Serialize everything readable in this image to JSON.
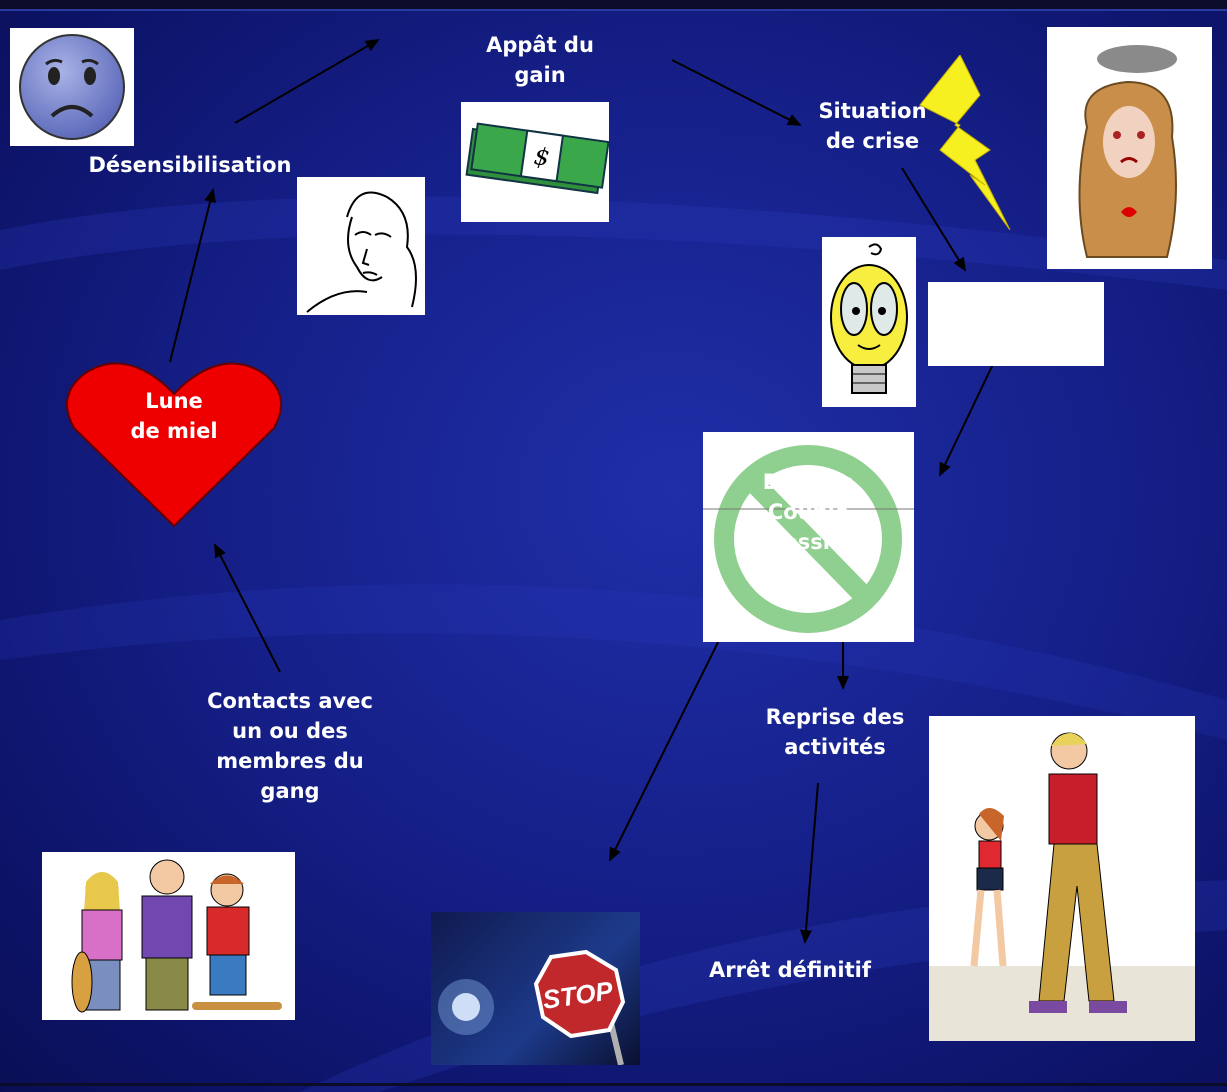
{
  "nodes": {
    "appat": "Appât du\ngain",
    "situation": "Situation\nde crise",
    "desensibilisation": "Désensibilisation",
    "lune": "Lune\nde miel",
    "dispute": "Dispute\nCouple\nAgressivité",
    "reprise": "Reprise des\nactivités",
    "arret": "Arrêt définitif",
    "contacts": "Contacts avec\nun ou des\nmembres du\ngang"
  },
  "stop_sign": "STOP",
  "money_symbol": "$",
  "icons": [
    "sad-face-icon",
    "face-sketch-icon",
    "money-stack-icon",
    "lightning-icon",
    "crying-woman-icon",
    "lightbulb-icon",
    "no-symbol-icon",
    "gang-group-icon",
    "stop-sign-icon",
    "couple-icon",
    "heart-icon"
  ],
  "colors": {
    "background": "#16208a",
    "heart": "#ee0000",
    "no_symbol": "#8fcf8f",
    "text": "#ffffff"
  }
}
